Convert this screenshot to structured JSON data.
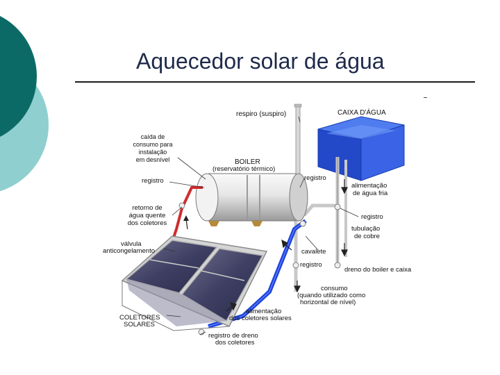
{
  "slide": {
    "title": "Aquecedor solar de água",
    "colors": {
      "teal_dark": "#0c6a66",
      "teal_light": "#8fcfcf",
      "hot_pipe": "#d12c2c",
      "cold_pipe": "#1d43d8",
      "tank": "#2a56e0"
    }
  },
  "diagram": {
    "labels": {
      "respiro": "respiro (suspiro)",
      "caixa": "CAIXA D'ÁGUA",
      "caida1": "caída de",
      "caida2": "consumo para",
      "caida3": "instalação",
      "caida4": "em desnível",
      "boiler1": "BOILER",
      "boiler2": "(reservatório térmico)",
      "registro_left": "registro",
      "registro_top": "registro",
      "alim_fria1": "alimentação",
      "alim_fria2": "de água fria",
      "retorno1": "retorno de",
      "retorno2": "água quente",
      "retorno3": "dos coletores",
      "registro_right": "registro",
      "tubulacao1": "tubulação",
      "tubulacao2": "de cobre",
      "valvula1": "válvula",
      "valvula2": "anticongelamento",
      "cavalete": "cavalete",
      "registro_mid": "registro",
      "dreno": "dreno do boiler e caixa",
      "consumo1": "consumo",
      "consumo2": "(quando utilizado como",
      "consumo3": "horizontal de nível)",
      "coletores1": "COLETORES",
      "coletores2": "SOLARES",
      "alim_col1": "alimentação",
      "alim_col2": "dos coletores solares",
      "dreno_col1": "registro de dreno",
      "dreno_col2": "dos coletores"
    }
  }
}
